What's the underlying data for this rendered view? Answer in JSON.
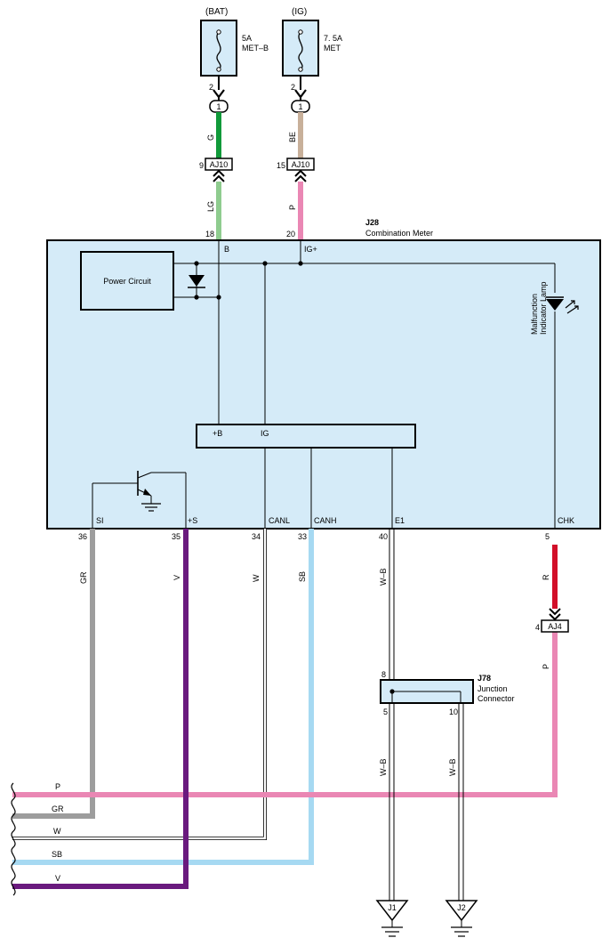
{
  "fuses": [
    {
      "source": "(BAT)",
      "rating": "5A",
      "name": "MET–B",
      "pin": "2",
      "joint": "1"
    },
    {
      "source": "(IG)",
      "rating": "7. 5A",
      "name": "MET",
      "pin": "2",
      "joint": "1"
    }
  ],
  "upper_wires": {
    "left_top": "G",
    "right_top": "BE",
    "left_mid": "LG",
    "right_mid": "P"
  },
  "connectors": {
    "aj10_left": {
      "label": "AJ10",
      "pin": "9"
    },
    "aj10_right": {
      "label": "AJ10",
      "pin": "15"
    },
    "aj4": {
      "label": "AJ4",
      "pin": "4"
    }
  },
  "meter": {
    "id": "J28",
    "name": "Combination Meter",
    "pin_b": "18",
    "pin_ig": "20",
    "term_b": "B",
    "term_ig": "IG+",
    "power_circuit": "Power Circuit",
    "lamp_line1": "Malfunction",
    "lamp_line2": "Indicator Lamp",
    "ic_b": "+B",
    "ic_ig": "IG",
    "terms": [
      "SI",
      "+S",
      "CANL",
      "CANH",
      "E1",
      "CHK"
    ],
    "pins": [
      "36",
      "35",
      "34",
      "33",
      "40",
      "5"
    ]
  },
  "lower_wires": {
    "si": "GR",
    "s": "V",
    "canl": "W",
    "canh": "SB",
    "e1": "W–B",
    "chk": "R",
    "chk_below": "P"
  },
  "junction": {
    "id": "J78",
    "line1": "Junction",
    "line2": "Connector",
    "pin_in": "8",
    "pin_out1": "5",
    "pin_out2": "10",
    "wire1": "W–B",
    "wire2": "W–B"
  },
  "bottom_bus": [
    "P",
    "GR",
    "W",
    "SB",
    "V"
  ],
  "grounds": [
    "J1",
    "J2"
  ],
  "colors": {
    "panel": "#d5ebf8",
    "green": "#119a3a",
    "light_green": "#8fcc8f",
    "beige": "#c8b09a",
    "pink": "#ea87b4",
    "gray": "#9d9d9d",
    "violet": "#6a1a7e",
    "sky": "#a6d9f2",
    "red": "#d20f29"
  }
}
